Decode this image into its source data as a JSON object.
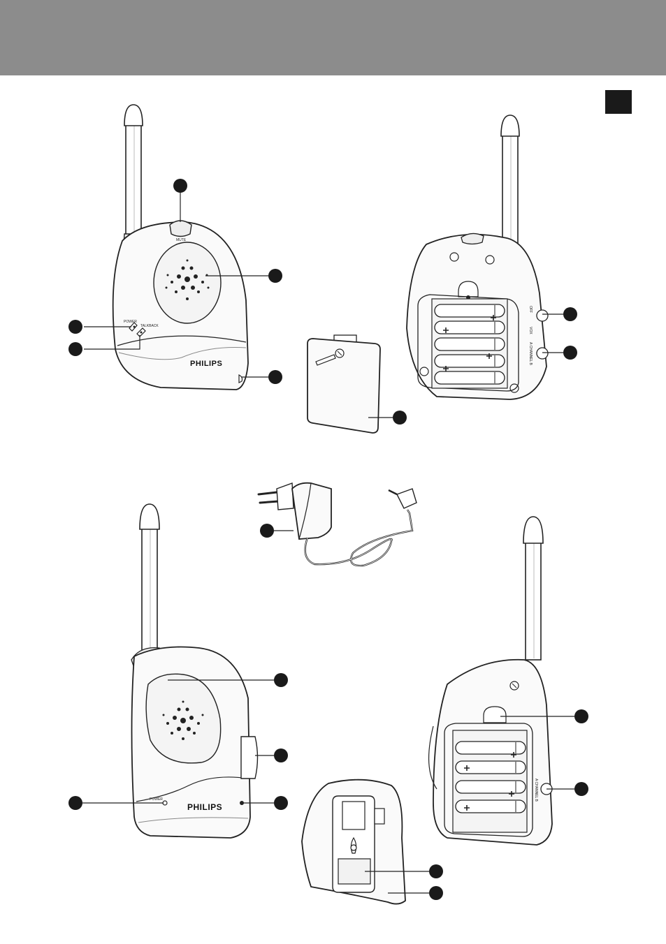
{
  "brand": "PHILIPS",
  "labels": {
    "mute": "MUTE",
    "power": "POWER",
    "talkback": "TALKBACK",
    "off": "OFF",
    "vox": "VOX",
    "channel_ab": "A CHANNEL B",
    "power_small": "POWER",
    "channel_ab_small": "A CHANNEL B"
  },
  "colors": {
    "header": "#8c8c8c",
    "tab": "#1a1a1a",
    "marker": "#1a1a1a"
  }
}
